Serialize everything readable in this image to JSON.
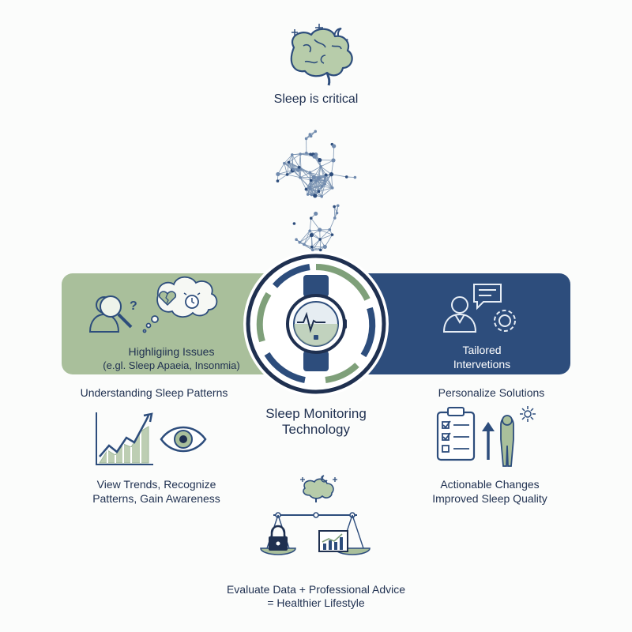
{
  "top": {
    "title": "Sleep is critical"
  },
  "left_panel": {
    "line1": "Highligiing Issues",
    "line2": "(e.gl. Sleep Apaeia, Insonmia)"
  },
  "right_panel": {
    "line1": "Tailored",
    "line2": "Intervetions"
  },
  "left_caption": "Understanding Sleep Patterns",
  "right_caption": "Personalize Solutions",
  "center": {
    "line1": "Sleep Monitoring",
    "line2": "Technology"
  },
  "left_bottom": {
    "line1": "View Trends, Recognize",
    "line2": "Patterns, Gain Awareness"
  },
  "right_bottom": {
    "line1": "Actionable Changes",
    "line2": "Improved Sleep Quality"
  },
  "bottom": {
    "line1": "Evaluate Data + Professional Advice",
    "line2": "= Healthier Lifestyle"
  },
  "colors": {
    "navy": "#2d4d7c",
    "sage": "#a9bf9b",
    "sage_dark": "#7fa07a",
    "ink": "#1f3050"
  },
  "icons": [
    "brain-icon",
    "moon-icon",
    "sparkle-icon",
    "network-arrow-icon",
    "person-search-icon",
    "thought-bubble-icon",
    "smartwatch-icon",
    "support-agent-icon",
    "chat-icon",
    "gear-icon",
    "trend-chart-icon",
    "eye-icon",
    "checklist-icon",
    "up-arrow-icon",
    "wellness-person-icon",
    "sun-icon",
    "balance-scale-icon",
    "lock-icon"
  ]
}
